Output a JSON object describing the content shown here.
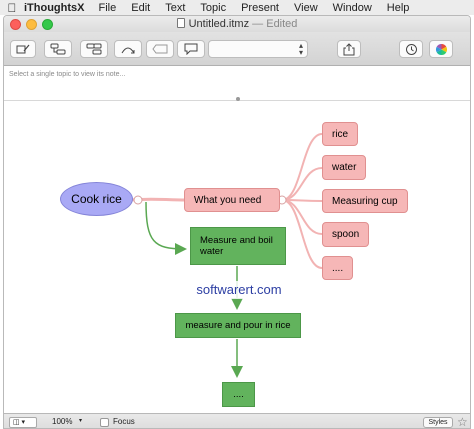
{
  "menubar": {
    "app_name": "iThoughtsX",
    "items": [
      "File",
      "Edit",
      "Text",
      "Topic",
      "Present",
      "View",
      "Window",
      "Help"
    ]
  },
  "window": {
    "title": "Untitled.itmz",
    "status": "— Edited"
  },
  "notes": {
    "placeholder": "Select a single topic to view its note..."
  },
  "mindmap": {
    "central": "Cook rice",
    "need": "What you need",
    "ingredients": [
      "rice",
      "water",
      "Measuring cup",
      "spoon",
      "...."
    ],
    "steps": [
      "Measure and boil water",
      "measure and pour in rice",
      "...."
    ]
  },
  "watermark": "softwarert.com",
  "statusbar": {
    "zoom": "100%",
    "focus_label": "Focus",
    "styles_label": "Styles"
  },
  "colors": {
    "central": "#a9a9f5",
    "subtopic": "#f6b7b7",
    "step": "#62b35d",
    "link_pink": "#f2b3b3",
    "link_green": "#5aa852"
  }
}
